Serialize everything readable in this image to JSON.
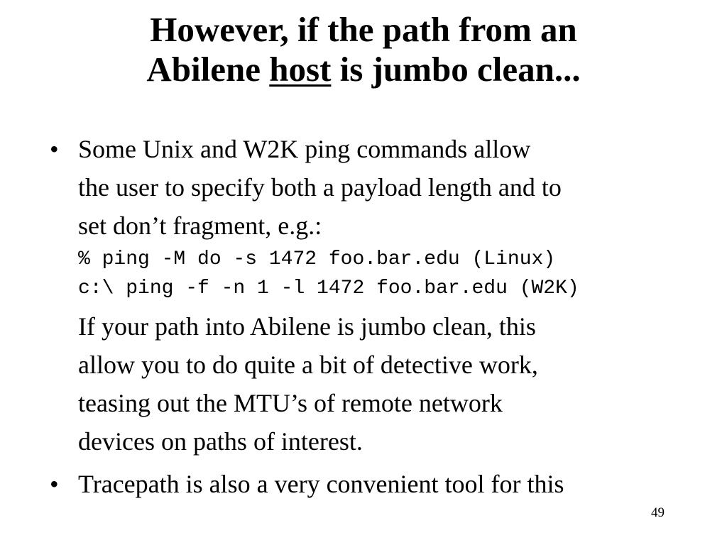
{
  "slide": {
    "title": {
      "line1": "However, if the path from an",
      "line2_before": "Abilene ",
      "line2_emph": "host",
      "line2_after": " is jumbo clean..."
    },
    "bullets": [
      {
        "lines": [
          "Some Unix and W2K ping commands allow",
          "the user to specify both a payload length and to",
          "set don’t fragment, e.g.:"
        ],
        "code": [
          "% ping -M do -s 1472 foo.bar.edu (Linux)",
          "c:\\ ping -f -n 1 -l 1472 foo.bar.edu (W2K)"
        ],
        "after_lines": [
          "If your path into Abilene is jumbo clean, this",
          "allow you to do quite a bit of detective work,",
          "teasing out the MTU’s of remote network",
          "devices on paths of interest."
        ]
      },
      {
        "lines": [
          "Tracepath is also a very convenient tool for this"
        ]
      }
    ],
    "bullet_symbol": "•",
    "page_number": "49"
  }
}
